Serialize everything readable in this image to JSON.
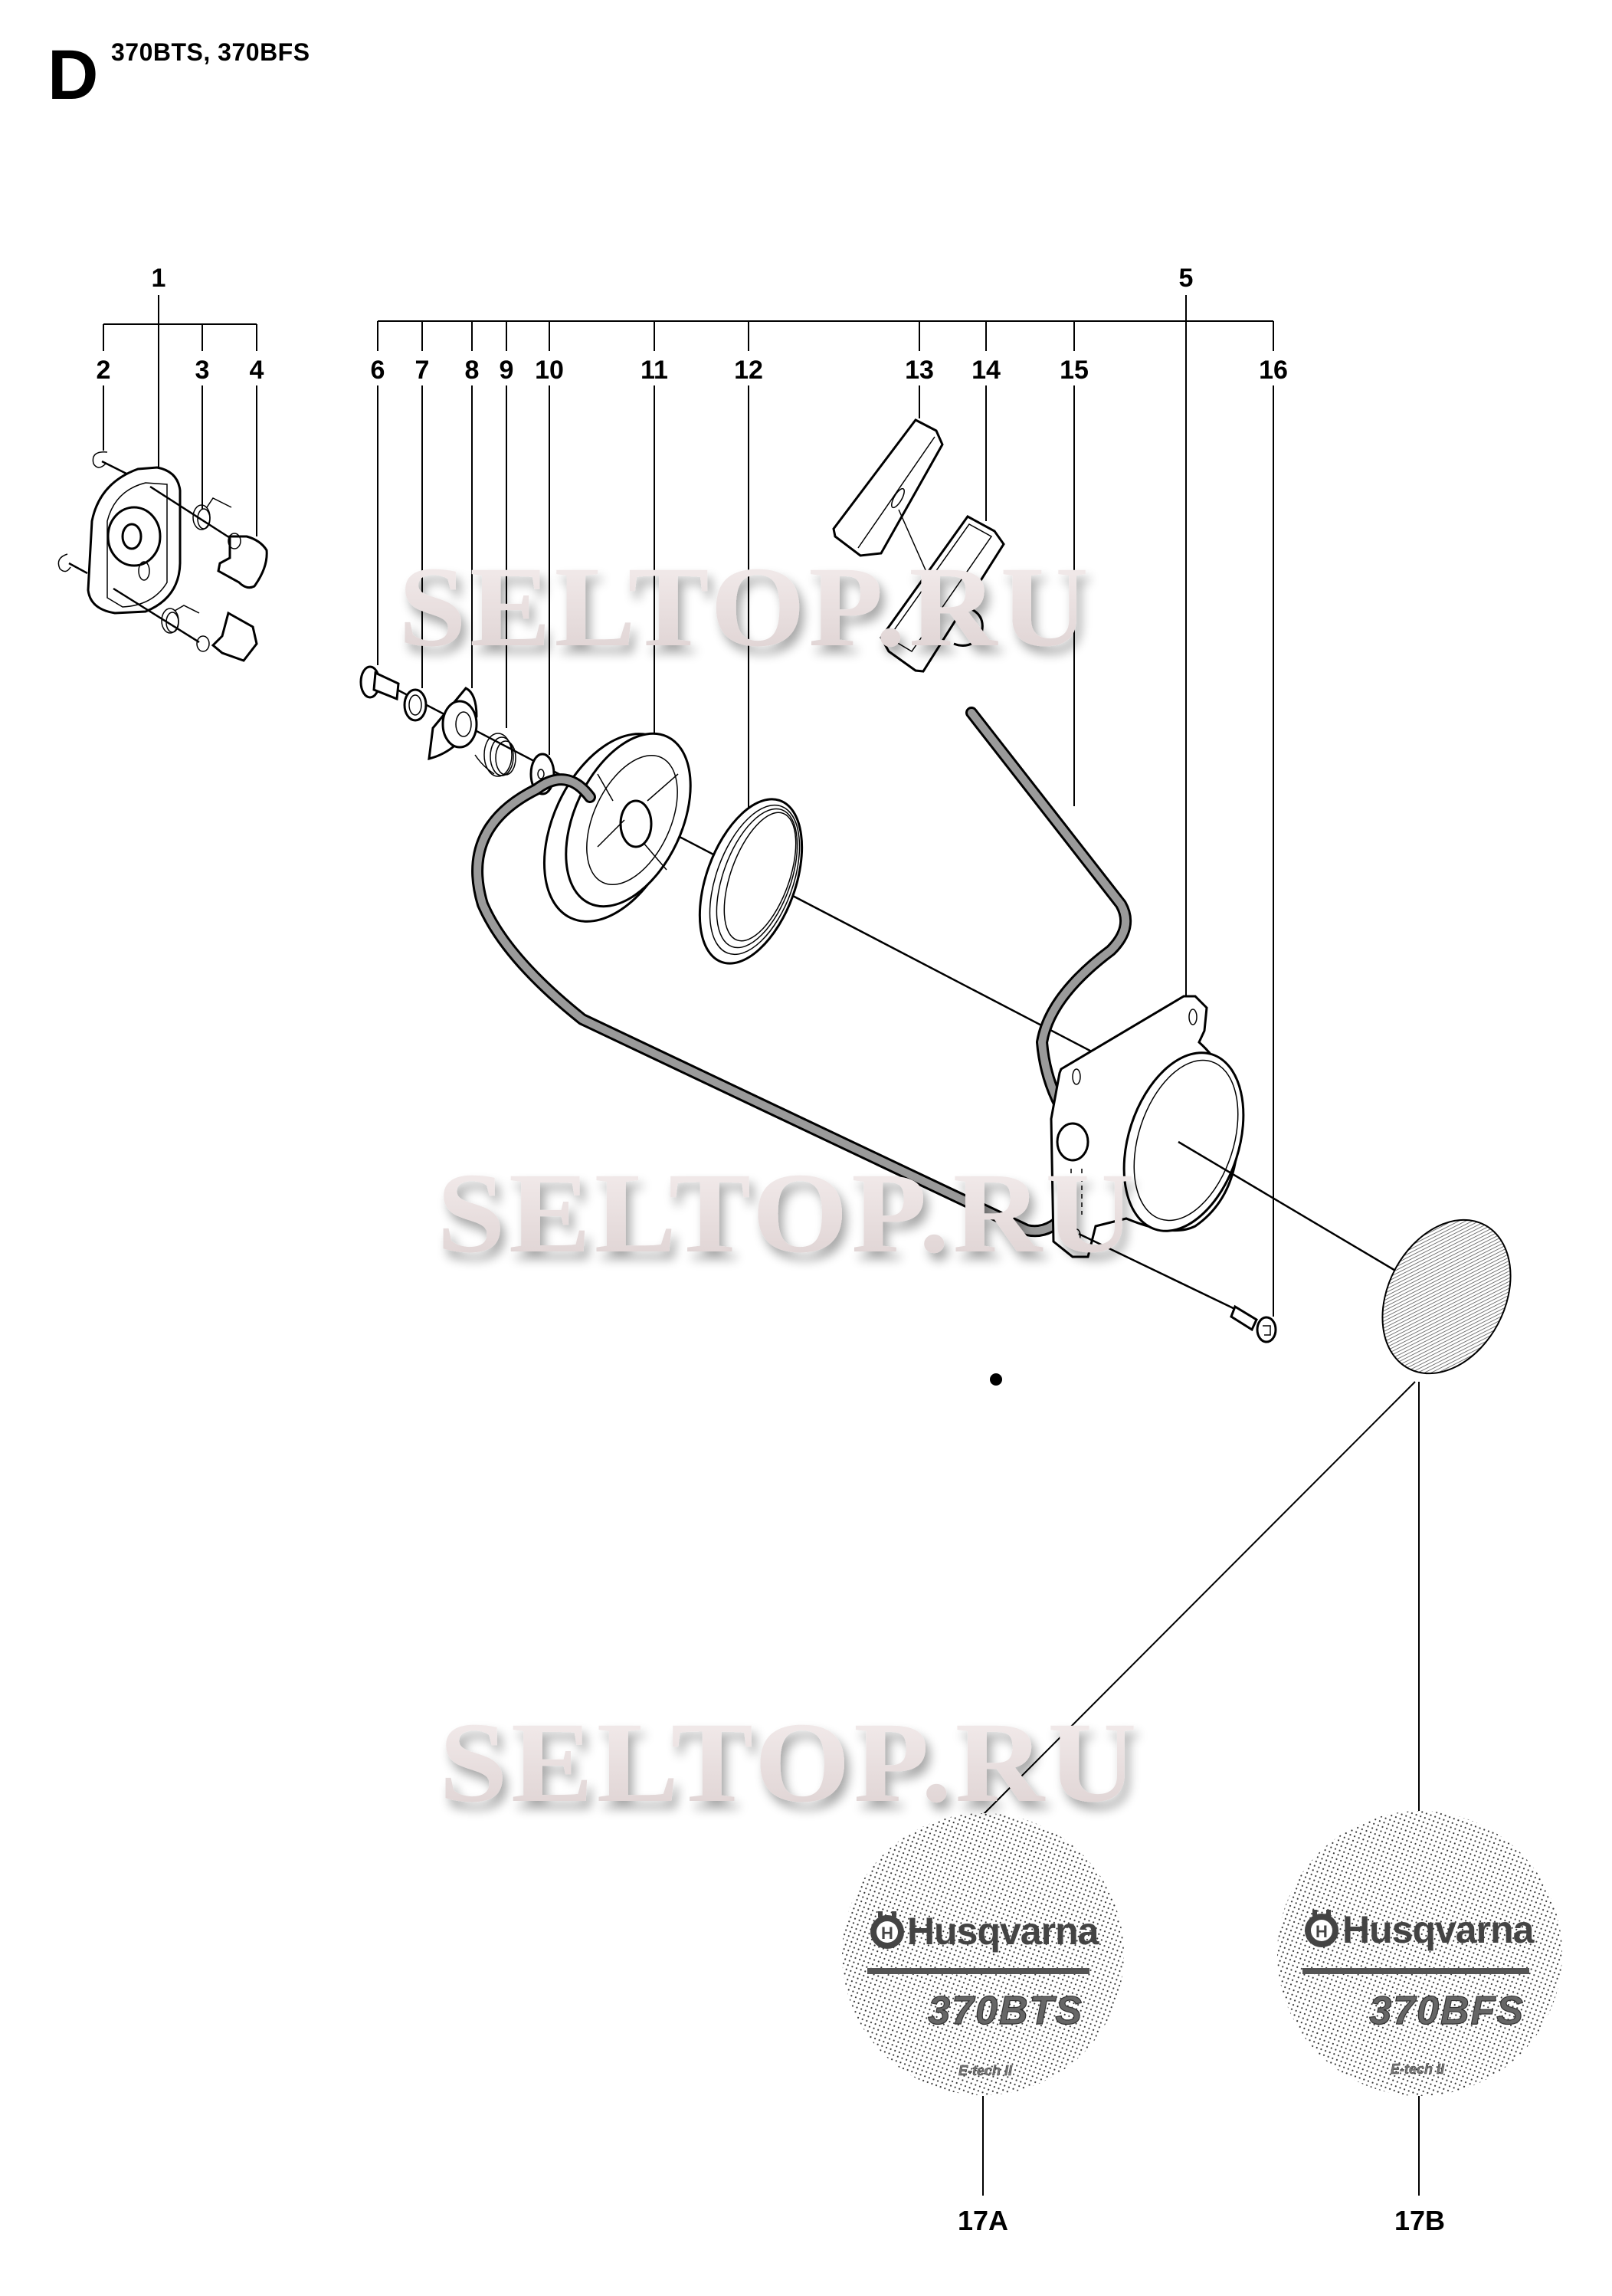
{
  "header": {
    "section_letter": "D",
    "models": "370BTS, 370BFS"
  },
  "callouts": {
    "left_group": {
      "parent": "1",
      "children": [
        "2",
        "3",
        "4"
      ]
    },
    "main_group": {
      "parent": "5",
      "children": [
        "6",
        "7",
        "8",
        "9",
        "10",
        "11",
        "12",
        "13",
        "14",
        "15",
        "16"
      ]
    },
    "decals": [
      "17A",
      "17B"
    ]
  },
  "decals": [
    {
      "id": "17A",
      "brand": "Husqvarna",
      "model": "370BTS",
      "subtitle": "E-tech II"
    },
    {
      "id": "17B",
      "brand": "Husqvarna",
      "model": "370BFS",
      "subtitle": "E-tech II"
    }
  ],
  "watermark": {
    "text": "SELTOP.RU",
    "color_top": "#f5eeee",
    "color_bottom": "#ddd2d2"
  },
  "colors": {
    "line": "#000000",
    "hatch": "#9a9a9a",
    "background": "#ffffff"
  }
}
